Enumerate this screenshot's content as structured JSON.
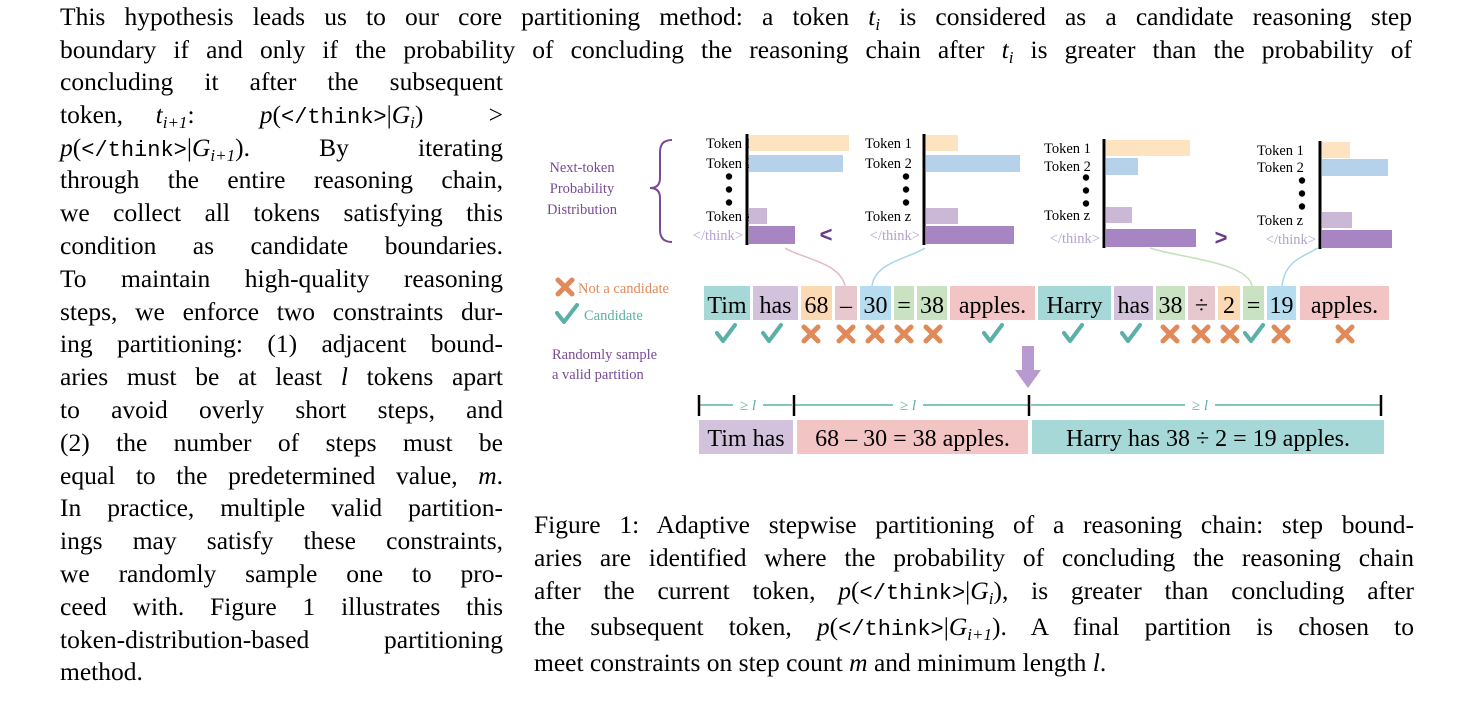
{
  "intro_lines": [
    "This hypothesis leads us to our core partitioning method: a token t_i is considered as a candidate reasoning step",
    "boundary if and only if the probability of concluding the reasoning chain after t_i is greater than the probability of"
  ],
  "body": {
    "l0": "concluding it after the subsequent",
    "l1a": "token, ",
    "l1b": ":",
    "l2b": "By iterating",
    "l3": "through the entire reasoning chain,",
    "l4": "we collect all tokens satisfying this",
    "l5": "condition as candidate boundaries.",
    "l6": "To maintain high-quality reasoning",
    "l7": "steps, we enforce two constraints dur-",
    "l8": "ing partitioning: (1) adjacent bound-",
    "l9a": "aries must be at least ",
    "l9b": " tokens apart",
    "l10": "to avoid overly short steps, and",
    "l11": "(2) the number of steps must be",
    "l12a": "equal to the predetermined value, ",
    "l12b": ".",
    "l13": "In practice, multiple valid partition-",
    "l14": "ings may satisfy these constraints,",
    "l15": "we randomly sample one to pro-",
    "l16": "ceed with.  Figure 1 illustrates this",
    "l17": "token-distribution-based partitioning",
    "l18": "method."
  },
  "math": {
    "think_tag": "</think>",
    "t": "t",
    "G": "G",
    "p": "p",
    "i": "i",
    "i1": "i+1",
    "l": "l",
    "m": "m"
  },
  "figure": {
    "token1": "Token 1",
    "token2": "Token 2",
    "tokenz": "Token z",
    "think": "</think>",
    "brace_label": [
      "Next-token",
      "Probability",
      "Distribution"
    ],
    "lt": "<",
    "gt": ">",
    "legend_not": "Not a candidate",
    "legend_cand": "Candidate",
    "random_label": [
      "Randomly sample",
      "a valid partition"
    ],
    "tokens": [
      {
        "text": "Tim",
        "color": "#a6d8d8",
        "mark": "check"
      },
      {
        "text": "has",
        "color": "#d3c2dc",
        "mark": "check"
      },
      {
        "text": "68",
        "color": "#fbd9b3",
        "mark": "cross"
      },
      {
        "text": "–",
        "color": "#e8c8cf",
        "mark": "cross"
      },
      {
        "text": "30",
        "color": "#b6dcf0",
        "mark": "cross"
      },
      {
        "text": "=",
        "color": "#c9e2c2",
        "mark": "cross"
      },
      {
        "text": "38",
        "color": "#c9e2c2",
        "mark": "cross"
      },
      {
        "text": "apples.",
        "color": "#f3c4c4",
        "mark": "check"
      },
      {
        "text": "Harry",
        "color": "#a6d8d8",
        "mark": "check"
      },
      {
        "text": "has",
        "color": "#d3c2dc",
        "mark": "check"
      },
      {
        "text": "38",
        "color": "#c9e2c2",
        "mark": "cross"
      },
      {
        "text": "÷",
        "color": "#e8c8cf",
        "mark": "cross"
      },
      {
        "text": "2",
        "color": "#fbd9b3",
        "mark": "cross"
      },
      {
        "text": "=",
        "color": "#c9e2c2",
        "mark": "check"
      },
      {
        "text": "19",
        "color": "#b6dcf0",
        "mark": "cross"
      },
      {
        "text": "apples.",
        "color": "#f3c4c4",
        "mark": "cross"
      }
    ],
    "partitions": [
      {
        "text": "Tim has",
        "color": "#d3c2dc"
      },
      {
        "text": "68 – 30 = 38 apples.",
        "color": "#f3c4c4"
      },
      {
        "text": "Harry has 38 ÷ 2 = 19  apples.",
        "color": "#a6d8d8"
      }
    ],
    "ge_l": "≥ l",
    "colors": {
      "purple": "#7a4a96",
      "orange": "#e08a5a",
      "teal": "#5ab0a6",
      "bar_orange": "#fde3c0",
      "bar_blue": "#b5d2ea",
      "bar_lpurple": "#cbb8d6",
      "bar_purple": "#a785c3"
    }
  },
  "caption_lines": {
    "c0": "Figure 1: Adaptive stepwise partitioning of a reasoning chain: step bound-",
    "c1": "aries are identified where the probability of concluding the reasoning chain",
    "c2a": "after the current token, ",
    "c2b": ", is greater than concluding after",
    "c3a": "the subsequent token, ",
    "c3b": ". A final partition is chosen to",
    "c4a": "meet constraints on step count ",
    "c4b": " and minimum length ",
    "c4c": "."
  }
}
